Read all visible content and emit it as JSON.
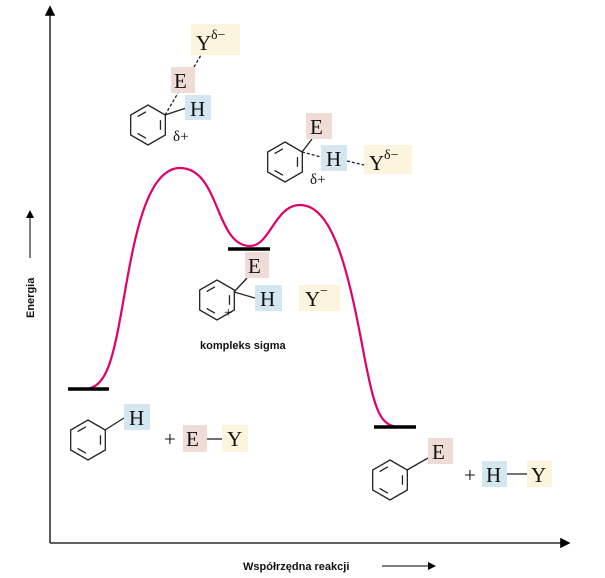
{
  "axes": {
    "y_label": "Energia",
    "x_label": "Współrzędna reakcji"
  },
  "curve_color": "#e0006a",
  "labels": {
    "E": "E",
    "H": "H",
    "Y": "Y",
    "plus": "+",
    "delta_minus": "δ−",
    "delta_plus": "δ+",
    "minus": "−",
    "ring_plus": "+"
  },
  "sigma_complex_caption": "kompleks sigma"
}
